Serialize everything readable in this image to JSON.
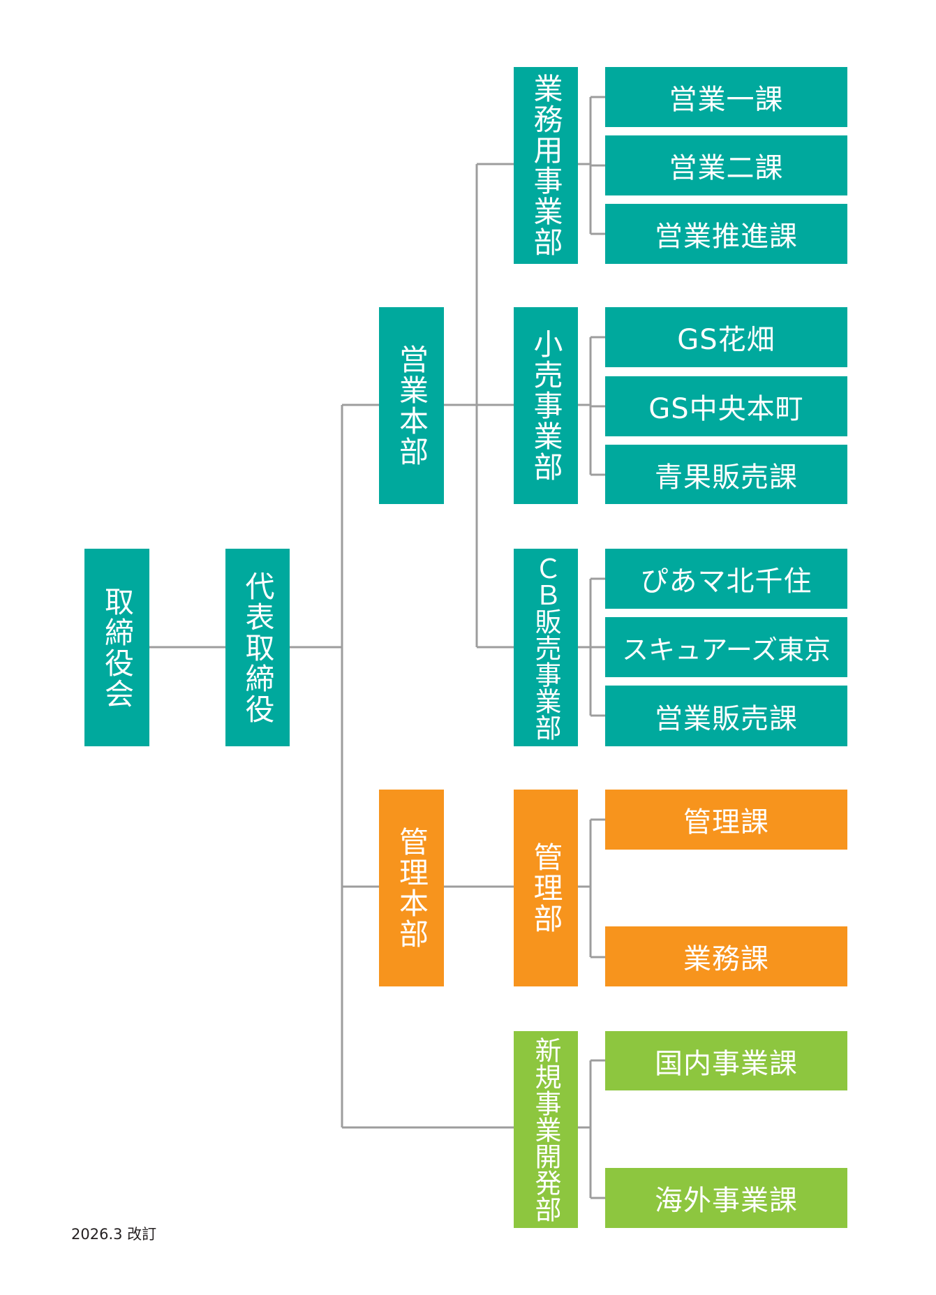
{
  "colors": {
    "teal": "#00a99d",
    "orange": "#f7941d",
    "green": "#8dc63f",
    "line": "#9d9d9d"
  },
  "board": "取締役会",
  "ceo": "代表取締役",
  "divisions": {
    "sales": "営業本部",
    "admin": "管理本部"
  },
  "departments": {
    "gyomu": "業務用事業部",
    "kouri": "小売事業部",
    "cb": "ＣＢ販売事業部",
    "kanri": "管理部",
    "shinki": "新規事業開発部"
  },
  "sections": {
    "gyomu": [
      "営業一課",
      "営業二課",
      "営業推進課"
    ],
    "kouri": [
      "GS花畑",
      "GS中央本町",
      "青果販売課"
    ],
    "cb": [
      "ぴあマ北千住",
      "スキュアーズ東京",
      "営業販売課"
    ],
    "kanri": [
      "管理課",
      "業務課"
    ],
    "shinki": [
      "国内事業課",
      "海外事業課"
    ]
  },
  "footnote": "2026.3 改訂"
}
